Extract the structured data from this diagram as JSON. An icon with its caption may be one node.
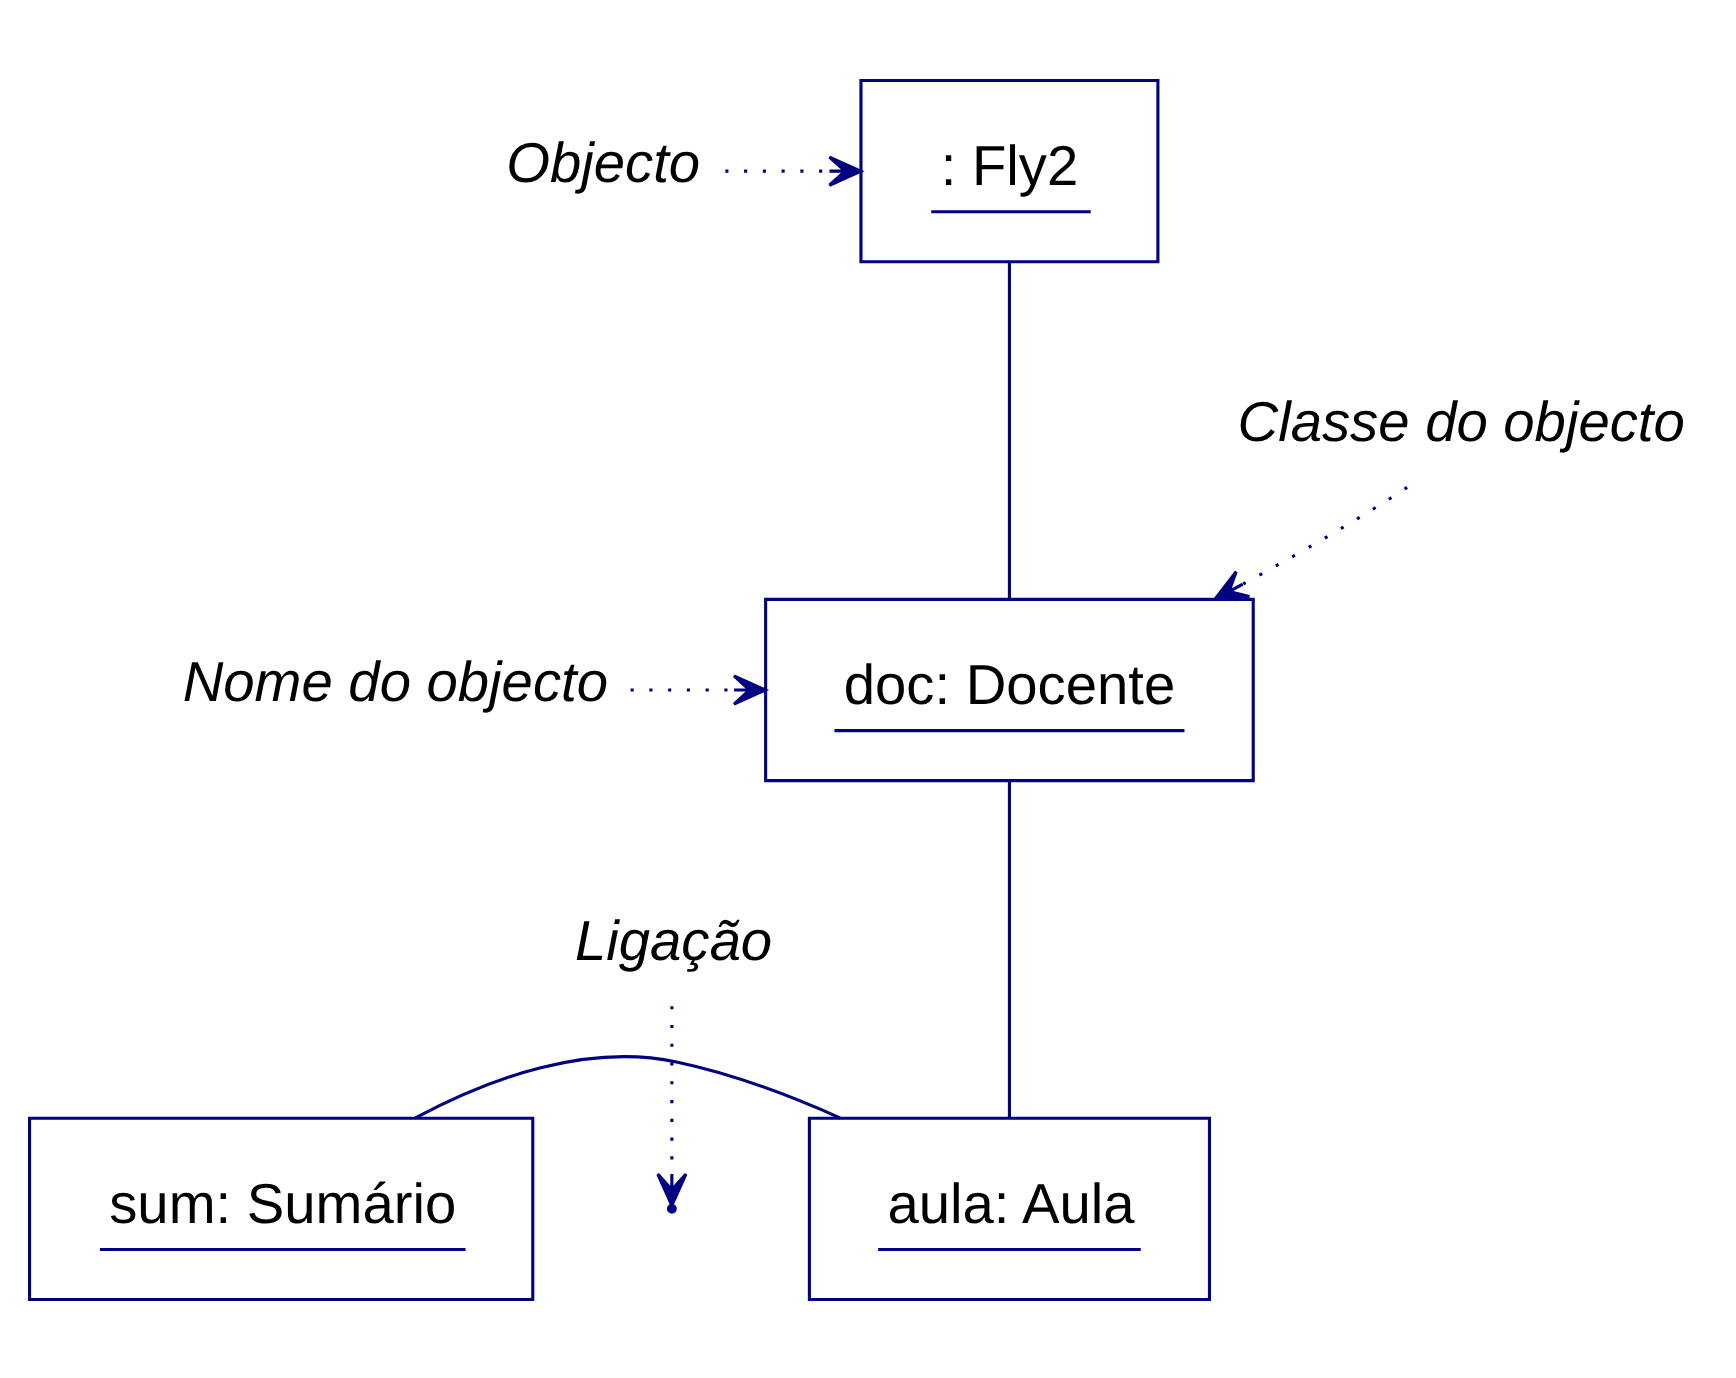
{
  "diagram": {
    "nodes": [
      {
        "text": [
          ": Fly2"
        ]
      },
      {
        "text": [
          "doc: Docente"
        ]
      },
      {
        "text": [
          "sum: Sumário"
        ]
      },
      {
        "text": [
          "aula: Aula"
        ]
      },
      {
        "text": [
          "Objecto"
        ]
      },
      {
        "text": [
          "Classe do objecto"
        ]
      },
      {
        "text": [
          "Nome do objecto"
        ]
      },
      {
        "text": [
          "Ligação"
        ]
      }
    ],
    "edges": [
      {
        "from": 0,
        "to": 1,
        "arrow": "none"
      },
      {
        "from": 1,
        "to": 3,
        "arrow": "none"
      },
      {
        "from": 2,
        "to": 3,
        "arrow": "none"
      },
      {
        "from": 4,
        "to": 0,
        "arrow": "to",
        "style": "dashed"
      },
      {
        "from": 5,
        "to": 1,
        "arrow": "to",
        "style": "dashed"
      },
      {
        "from": 6,
        "to": 1,
        "arrow": "to",
        "style": "dashed"
      },
      {
        "from": 7,
        "to": null,
        "arrow": "to",
        "style": "dashed"
      }
    ]
  }
}
